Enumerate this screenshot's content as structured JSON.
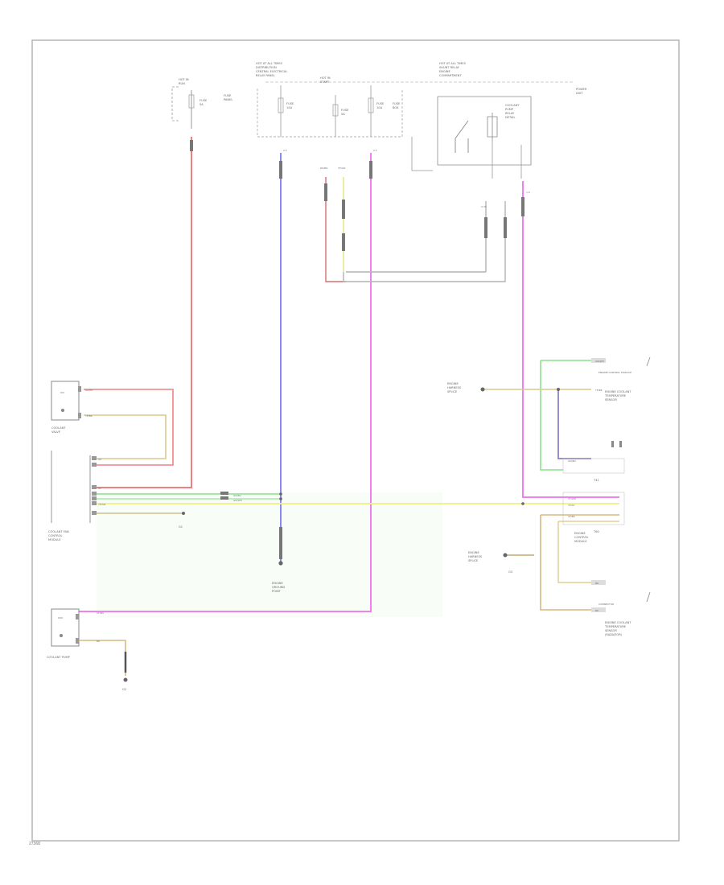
{
  "footer_ref": "27368",
  "colors": {
    "red": "#f07d7d",
    "blue": "#8a8af0",
    "violet": "#f07df0",
    "yellow": "#f0f07d",
    "green": "#8ae08a",
    "brown": "#c8a070",
    "tan": "#e0c890",
    "black": "#555555",
    "gray": "#b4b4b4",
    "purple": "#9a80c8"
  },
  "labels": {
    "hot_run": [
      "HOT IN",
      "RUN"
    ],
    "fuse_top": [
      "FUSE",
      "5A"
    ],
    "fuse_panel_left": [
      "FUSE",
      "PANEL"
    ],
    "fuse_bus_top": [
      "HOT AT ALL TIMES",
      "DISTRIBUTION",
      "CENTRAL ELECTRICAL",
      "RELAY PANEL"
    ],
    "fuse1": [
      "FUSE",
      "15A"
    ],
    "hot_start": [
      "HOT IN",
      "START"
    ],
    "fuse2": [
      "FUSE",
      "5A"
    ],
    "fuse3": [
      "FUSE",
      "10A"
    ],
    "fuse_box": [
      "FUSE",
      "BOX"
    ],
    "relay_box": [
      "HOT AT ALL TIMES",
      "SHUNT RELAY",
      "ENGINE",
      "COMPARTMENT"
    ],
    "relay_label": [
      "COOLANT",
      "PUMP",
      "RELAY",
      "DETAIL"
    ],
    "power_dist": [
      "POWER",
      "DIST"
    ],
    "coolant_valve": [
      "COOLANT",
      "VALVE"
    ],
    "cooling_module": [
      "COOLANT FAN",
      "CONTROL",
      "MODULE"
    ],
    "engine_ground": [
      "ENGINE",
      "GROUND",
      "POINT"
    ],
    "coolant_pump": "COOLANT PUMP",
    "sensor_rt": [
      "ENGINE COOLANT",
      "TEMPERATURE",
      "SENSOR"
    ],
    "sensor_mid": [
      "ENGINE",
      "CONTROL",
      "MODULE"
    ],
    "sensor_rb": [
      "ENGINE COOLANT",
      "TEMPERATURE",
      "SENSOR",
      "(RADIATOR)"
    ],
    "engine_harness_left": [
      "ENGINE",
      "HARNESS",
      "SPLICE"
    ],
    "engine_harness_mid": [
      "ENGINE",
      "HARNESS",
      "SPLICE"
    ],
    "ecm_label": [
      "ENGINE CONTROL MODULE",
      "CONNECTOR"
    ],
    "pin_t41": "T41",
    "pin_t60": "T60",
    "ground_g1": "G1",
    "ground_g2": "G2",
    "ground_g3": "G3"
  },
  "wire_codes": {
    "red_1": "RD/BK",
    "red_2": "RD",
    "blue_1": "BU/WH",
    "violet_1": "VT/BU",
    "violet_2": "VT/WH",
    "brown_1": "BR",
    "tan_1": "YE/BK",
    "green_1": "GN/BU",
    "green_2": "GN/WH",
    "yellow_1": "YE/GN",
    "yellow_2": "YE/GY",
    "black_1": "BK",
    "code_a": "0.5",
    "code_b": "0.35",
    "code_c": "0.5",
    "code_d": "1.0"
  }
}
